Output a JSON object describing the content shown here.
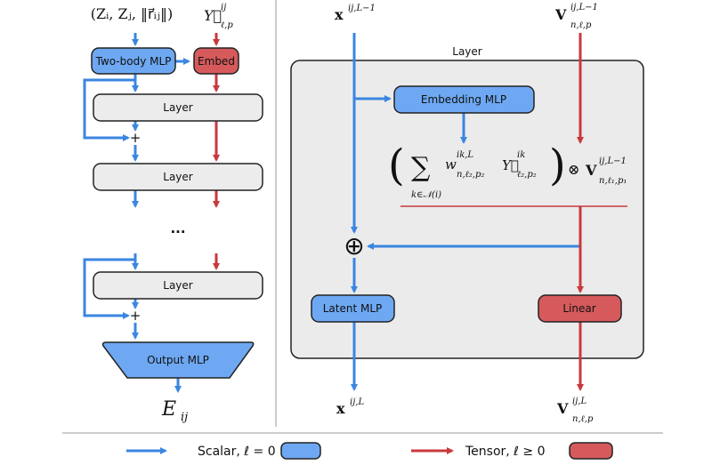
{
  "colors": {
    "scalar": "#3a86e0",
    "scalar_fill": "#6ea8f2",
    "tensor": "#c8393d",
    "tensor_fill": "#d65a5c",
    "layer_fill": "#ececec",
    "panel_fill": "#ebebeb"
  },
  "left": {
    "input_scalar": "(Zᵢ, Zⱼ, ‖r⃗ᵢⱼ‖)",
    "input_tensor": {
      "base": "Y⃗",
      "sup": "ij",
      "sub": "ℓ,p"
    },
    "two_body": "Two-body MLP",
    "embed": "Embed",
    "layer": "Layer",
    "plus": "+",
    "ellipsis": "...",
    "output": "Output MLP",
    "result": {
      "base": "E",
      "sub": "ij"
    }
  },
  "right": {
    "x_in": {
      "base": "x",
      "sup": "ij,L−1"
    },
    "v_in": {
      "base": "V",
      "sup": "ij,L−1",
      "sub": "n,ℓ,p"
    },
    "layer_title": "Layer",
    "embedding_mlp": "Embedding MLP",
    "formula": {
      "sum": "∑",
      "sum_sub": "k∈𝒩(i)",
      "w": "w",
      "w_sup": "ik,L",
      "w_sub": "n,ℓ₂,p₂",
      "y": "Y⃗",
      "y_sup": "ik",
      "y_sub": "ℓ₂,p₂",
      "otimes": "⊗",
      "v": "V",
      "v_sup": "ij,L−1",
      "v_sub": "n,ℓ₁,p₁"
    },
    "oplus": "⊕",
    "latent_mlp": "Latent MLP",
    "linear": "Linear",
    "x_out": {
      "base": "x",
      "sup": "ij,L"
    },
    "v_out": {
      "base": "V",
      "sup": "ij,L",
      "sub": "n,ℓ,p"
    }
  },
  "legend": {
    "scalar": "Scalar, ℓ = 0",
    "tensor": "Tensor, ℓ ≥ 0"
  }
}
